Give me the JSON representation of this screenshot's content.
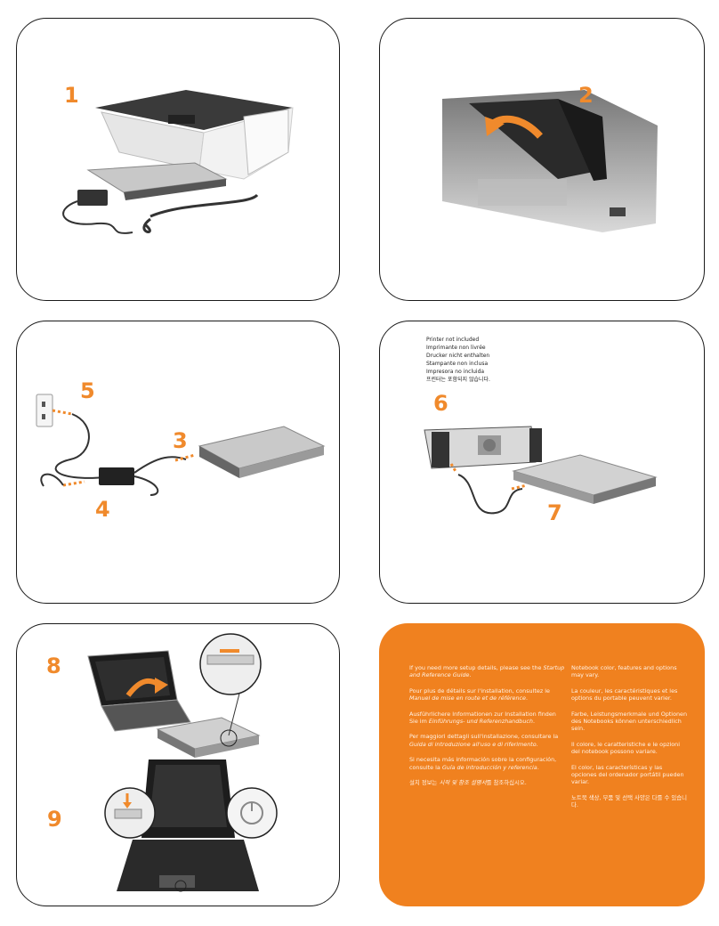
{
  "colors": {
    "accent": "#f08a2c",
    "panel_orange": "#f0811f",
    "border": "#1a1a1a"
  },
  "steps": {
    "s1": "1",
    "s2": "2",
    "s3": "3",
    "s4": "4",
    "s5": "5",
    "s6": "6",
    "s7": "7",
    "s8": "8",
    "s9": "9"
  },
  "printer_note": [
    "Printer not included",
    "Imprimante non livrée",
    "Drucker nicht enthalten",
    "Stampante non inclusa",
    "Impresora no incluida",
    "프린터는 포함되지 않습니다."
  ],
  "info_left": {
    "en_a": "If you need more setup details, please see the ",
    "en_b": "Startup and Reference Guide",
    "en_c": ".",
    "fr_a": "Pour plus de détails sur l'installation, consultez le ",
    "fr_b": "Manuel de mise en route et de référence",
    "fr_c": ".",
    "de_a": "Ausführlichere Informationen zur Installation finden Sie im ",
    "de_b": "Einführungs- und Referenzhandbuch",
    "de_c": ".",
    "it_a": "Per maggiori dettagli sull'installazione, consultare la ",
    "it_b": "Guida di introduzione all'uso e di riferimento",
    "it_c": ".",
    "es_a": "Si necesita más información sobre la configuración, consulte la ",
    "es_b": "Guía de introducción y referencia",
    "es_c": ".",
    "ko_a": "설치 정보는 ",
    "ko_b": "시작 및 참조 설명서",
    "ko_c": "를 참조하십시오."
  },
  "info_right": {
    "en": "Notebook color, features and options may vary.",
    "fr": "La couleur, les caractéristiques et les options du portable peuvent varier.",
    "de": "Farbe, Leistungsmerkmale und Optionen des Notebooks können unterschiedlich sein.",
    "it": "Il colore, le caratteristiche e le opzioni del notebook possono variare.",
    "es": "El color, las características y las opciones del ordenador portátil pueden variar.",
    "ko": "노트북 색상, 부품 및 선택 사양은 다를 수 있습니다."
  }
}
